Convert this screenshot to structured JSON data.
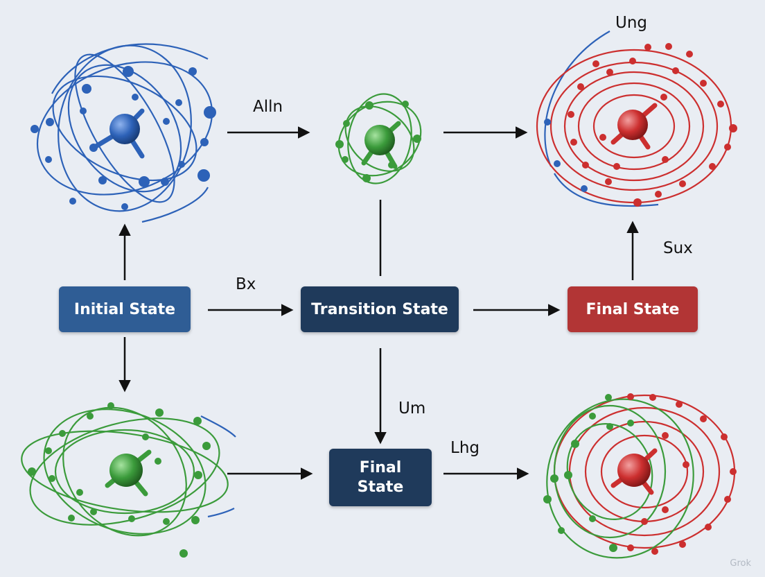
{
  "nodes": {
    "initial": {
      "label": "Initial State",
      "color": "#2f5d95"
    },
    "transition": {
      "label": "Transition State",
      "color": "#1f3a5b"
    },
    "final_right": {
      "label": "Final State",
      "color": "#b23535"
    },
    "final_bottom": {
      "label": "Final State",
      "color": "#1f3a5b"
    }
  },
  "edge_labels": {
    "top": "Alln",
    "top_right": "Ung",
    "middle": "Bx",
    "right": "Sux",
    "bottom_vertical": "Um",
    "bottom": "Lhg"
  },
  "molecules": {
    "top_left": {
      "name": "blue-molecule",
      "color": "#2d62b8"
    },
    "top_middle": {
      "name": "green-molecule",
      "color": "#3b9b3b"
    },
    "top_right": {
      "name": "red-molecule",
      "color": "#cc2f2f"
    },
    "bottom_left": {
      "name": "green-molecule",
      "color": "#3b9b3b"
    },
    "bottom_right": {
      "name": "red-green-molecule",
      "color": "#cc2f2f"
    }
  },
  "watermark": "Grok"
}
